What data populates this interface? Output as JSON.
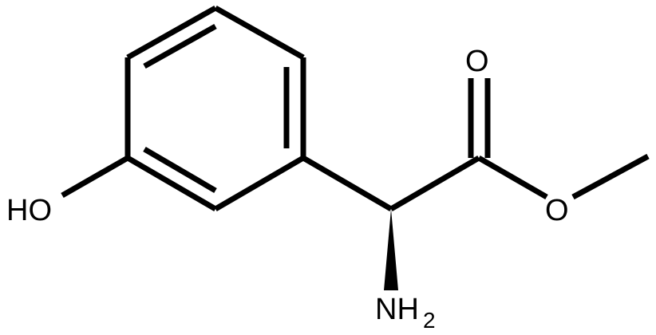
{
  "molecule": {
    "atoms": {
      "hydroxyl": "HO",
      "carbonyl_oxygen": "O",
      "ester_oxygen": "O",
      "amine_main": "NH",
      "amine_subscript": "2"
    },
    "colors": {
      "bond": "#000000",
      "background": "#ffffff"
    }
  }
}
